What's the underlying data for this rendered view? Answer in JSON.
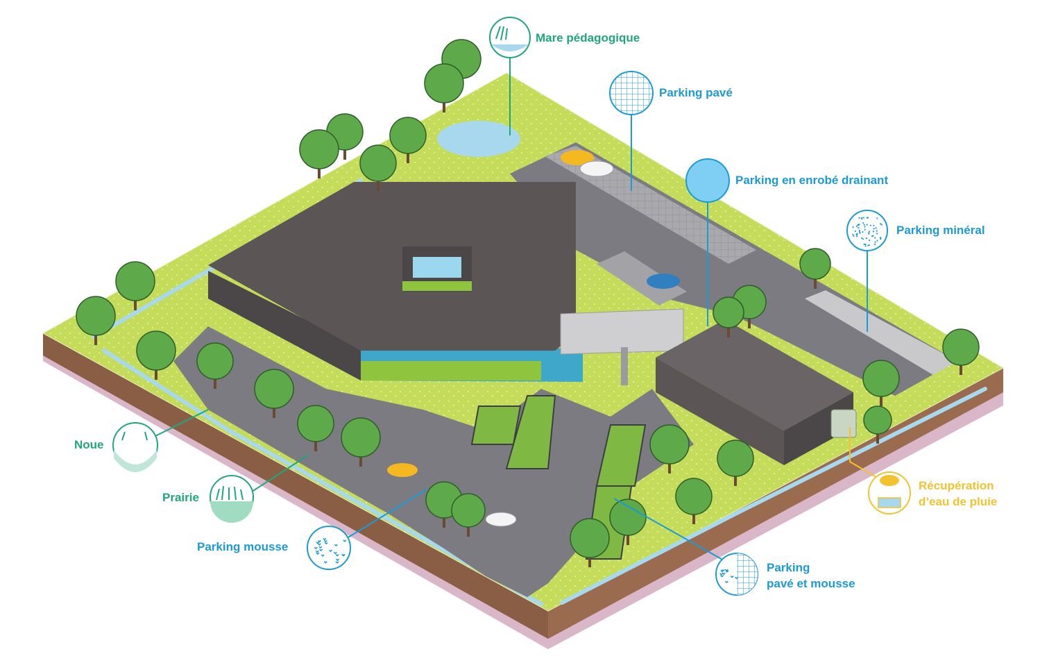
{
  "colors": {
    "green_label": "#1fa67a",
    "blue_label": "#1b9ad6",
    "yellow_label": "#f2c230",
    "lawn": "#c5dc5a",
    "asphalt": "#7d7b82",
    "roof": "#5b5556",
    "tree": "#5ea94a",
    "water": "#a8d8ee",
    "soil": "#9b6b4f",
    "soil_under": "#d9b7c9"
  },
  "labels": {
    "mare": "Mare pédagogique",
    "parking_pave": "Parking pavé",
    "parking_enrobe": "Parking en enrobé drainant",
    "parking_mineral": "Parking minéral",
    "noue": "Noue",
    "prairie": "Prairie",
    "parking_mousse": "Parking mousse",
    "parking_pave_mousse": "Parking\npavé et mousse",
    "recuperation": "Récupération\nd’eau de pluie"
  },
  "legend_icons": [
    {
      "key": "mare",
      "icon": "pond-icon"
    },
    {
      "key": "parking_pave",
      "icon": "paved-grid-icon"
    },
    {
      "key": "parking_enrobe",
      "icon": "drainant-asphalt-icon"
    },
    {
      "key": "parking_mineral",
      "icon": "gravel-icon"
    },
    {
      "key": "noue",
      "icon": "swale-icon"
    },
    {
      "key": "prairie",
      "icon": "meadow-icon"
    },
    {
      "key": "parking_mousse",
      "icon": "moss-icon"
    },
    {
      "key": "parking_pave_mousse",
      "icon": "paved-moss-icon"
    },
    {
      "key": "recuperation",
      "icon": "rain-tank-icon"
    }
  ]
}
